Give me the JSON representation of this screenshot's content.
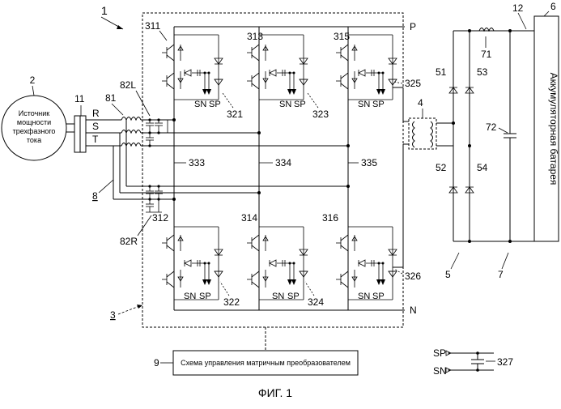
{
  "figure_caption": "ФИГ. 1",
  "labels": {
    "system": "1",
    "source_num": "2",
    "source_text_1": "Источник",
    "source_text_2": "мощности",
    "source_text_3": "трехфазного",
    "source_text_4": "тока",
    "n11": "11",
    "n81": "81",
    "R": "R",
    "S": "S",
    "T": "T",
    "n82L": "82L",
    "n82R": "82R",
    "n8": "8",
    "n3": "3",
    "P": "P",
    "N": "N",
    "n311": "311",
    "n313": "313",
    "n315": "315",
    "n312": "312",
    "n314": "314",
    "n316": "316",
    "n321": "321",
    "n323": "323",
    "n325": "325",
    "n322": "322",
    "n324": "324",
    "n326": "326",
    "n333": "333",
    "n334": "334",
    "n335": "335",
    "n4": "4",
    "n5": "5",
    "n6": "6",
    "n7": "7",
    "n12": "12",
    "n51": "51",
    "n52": "52",
    "n53": "53",
    "n54": "54",
    "n71": "71",
    "n72": "72",
    "battery": "Аккумуляторная батарея",
    "n9": "9",
    "controller": "Схема управления матричным преобразователем",
    "SP": "SP",
    "SN": "SN",
    "n327": "327"
  }
}
